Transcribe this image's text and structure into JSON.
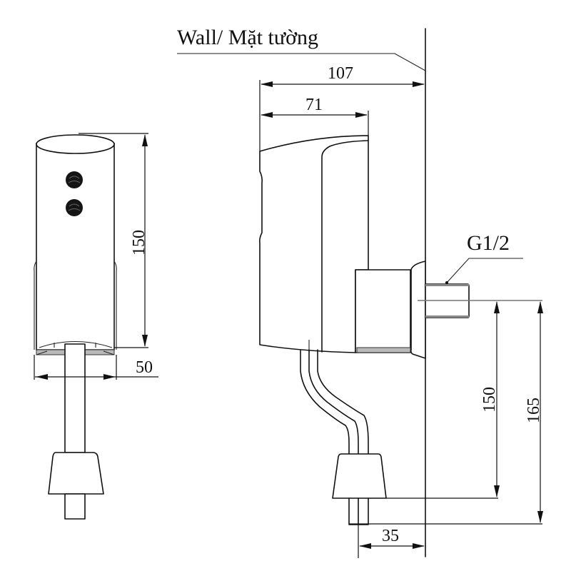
{
  "drawing": {
    "wall_label": "Wall/ Mặt tường",
    "thread_label": "G1/2",
    "front_view": {
      "height_dim": "150",
      "width_dim": "50"
    },
    "side_view": {
      "overall_depth_dim": "107",
      "body_depth_dim": "71",
      "inlet_to_outlet_height_dim": "150",
      "inlet_to_bottom_height_dim": "165",
      "outlet_offset_from_wall_dim": "35"
    },
    "sensor_dots": 2,
    "line_color": "#111111",
    "background_color": "#ffffff"
  }
}
